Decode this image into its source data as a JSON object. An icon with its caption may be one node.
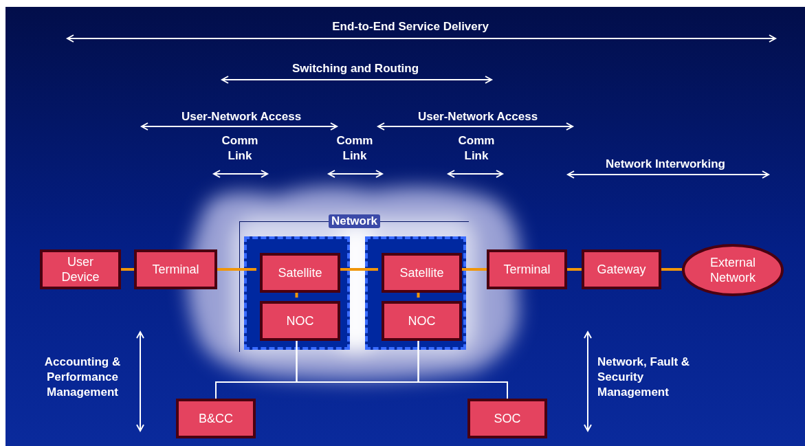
{
  "diagram": {
    "nodes": [
      {
        "text": [
          "Network"
        ]
      },
      {
        "text": [],
        "shape": "box",
        "in": 0
      },
      {
        "text": [],
        "shape": "box",
        "in": 0
      },
      {
        "text": [
          "User Device"
        ]
      },
      {
        "text": [
          "Terminal"
        ]
      },
      {
        "text": [
          "Satellite"
        ],
        "in": 1
      },
      {
        "text": [
          "NOC"
        ],
        "in": 1
      },
      {
        "text": [
          "Satellite"
        ],
        "in": 2
      },
      {
        "text": [
          "NOC"
        ],
        "in": 2
      },
      {
        "text": [
          "Terminal"
        ]
      },
      {
        "text": [
          "Gateway"
        ]
      },
      {
        "text": [
          "External Network"
        ]
      },
      {
        "text": [
          "B&CC"
        ]
      },
      {
        "text": [
          "SOC"
        ]
      }
    ],
    "edges": [
      {
        "from": 3,
        "to": 4,
        "arrow": "none"
      },
      {
        "from": 4,
        "to": 5,
        "arrow": "none"
      },
      {
        "from": 5,
        "to": 7,
        "arrow": "none"
      },
      {
        "from": 7,
        "to": 9,
        "arrow": "none"
      },
      {
        "from": 9,
        "to": 10,
        "arrow": "none"
      },
      {
        "from": 10,
        "to": 11,
        "arrow": "none"
      },
      {
        "from": 5,
        "to": 6,
        "arrow": "none"
      },
      {
        "from": 7,
        "to": 8,
        "arrow": "none"
      },
      {
        "from": 6,
        "to": 12,
        "arrow": "none",
        "color": "#ffffff"
      },
      {
        "from": 6,
        "to": 13,
        "arrow": "none",
        "color": "#ffffff"
      },
      {
        "from": 8,
        "to": 12,
        "arrow": "none",
        "color": "#ffffff"
      },
      {
        "from": 8,
        "to": 13,
        "arrow": "none",
        "color": "#ffffff"
      }
    ],
    "labels": [
      "End-to-End Service Delivery",
      "Switching and Routing",
      "User-Network Access",
      "User-Network Access",
      "Comm Link",
      "Comm Link",
      "Comm Link",
      "Network Interworking",
      "Accounting & Performance Management",
      "Network, Fault & Security Management"
    ]
  }
}
